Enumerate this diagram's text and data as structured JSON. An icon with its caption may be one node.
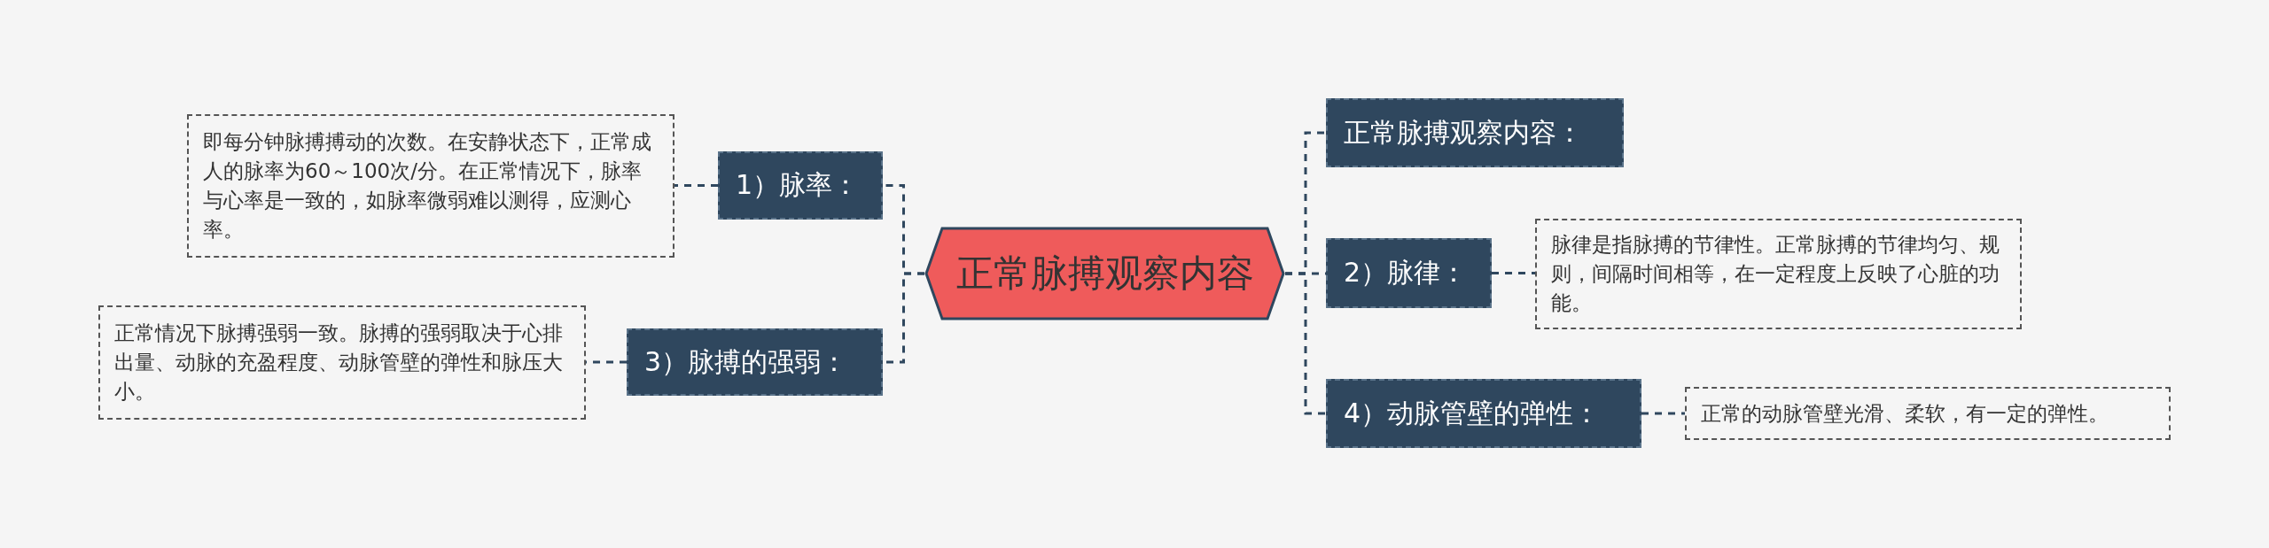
{
  "diagram": {
    "nodes": [
      {
        "text": [
          "正常脉搏观察内容"
        ]
      },
      {
        "text": [
          "1）脉率："
        ]
      },
      {
        "text": [
          "即每分钟脉搏搏动的次数。在安静状态下，正常成人的脉率为60～100次/分。在正常情况下，脉率与心率是一致的，如脉率微弱难以测得，应测心率。"
        ]
      },
      {
        "text": [
          "3）脉搏的强弱："
        ]
      },
      {
        "text": [
          "正常情况下脉搏强弱一致。脉搏的强弱取决于心排出量、动脉的充盈程度、动脉管壁的弹性和脉压大小。"
        ]
      },
      {
        "text": [
          "正常脉搏观察内容："
        ]
      },
      {
        "text": [
          "2）脉律："
        ]
      },
      {
        "text": [
          "脉律是指脉搏的节律性。正常脉搏的节律均匀、规则，间隔时间相等，在一定程度上反映了心脏的功能。"
        ]
      },
      {
        "text": [
          "4）动脉管壁的弹性："
        ]
      },
      {
        "text": [
          "正常的动脉管壁光滑、柔软，有一定的弹性。"
        ]
      }
    ],
    "edges": [
      {
        "from": 0,
        "to": 1,
        "arrow": "none"
      },
      {
        "from": 1,
        "to": 2,
        "arrow": "none"
      },
      {
        "from": 0,
        "to": 3,
        "arrow": "none"
      },
      {
        "from": 3,
        "to": 4,
        "arrow": "none"
      },
      {
        "from": 0,
        "to": 5,
        "arrow": "none"
      },
      {
        "from": 0,
        "to": 6,
        "arrow": "none"
      },
      {
        "from": 6,
        "to": 7,
        "arrow": "none"
      },
      {
        "from": 0,
        "to": 8,
        "arrow": "none"
      },
      {
        "from": 8,
        "to": 9,
        "arrow": "none"
      }
    ]
  }
}
